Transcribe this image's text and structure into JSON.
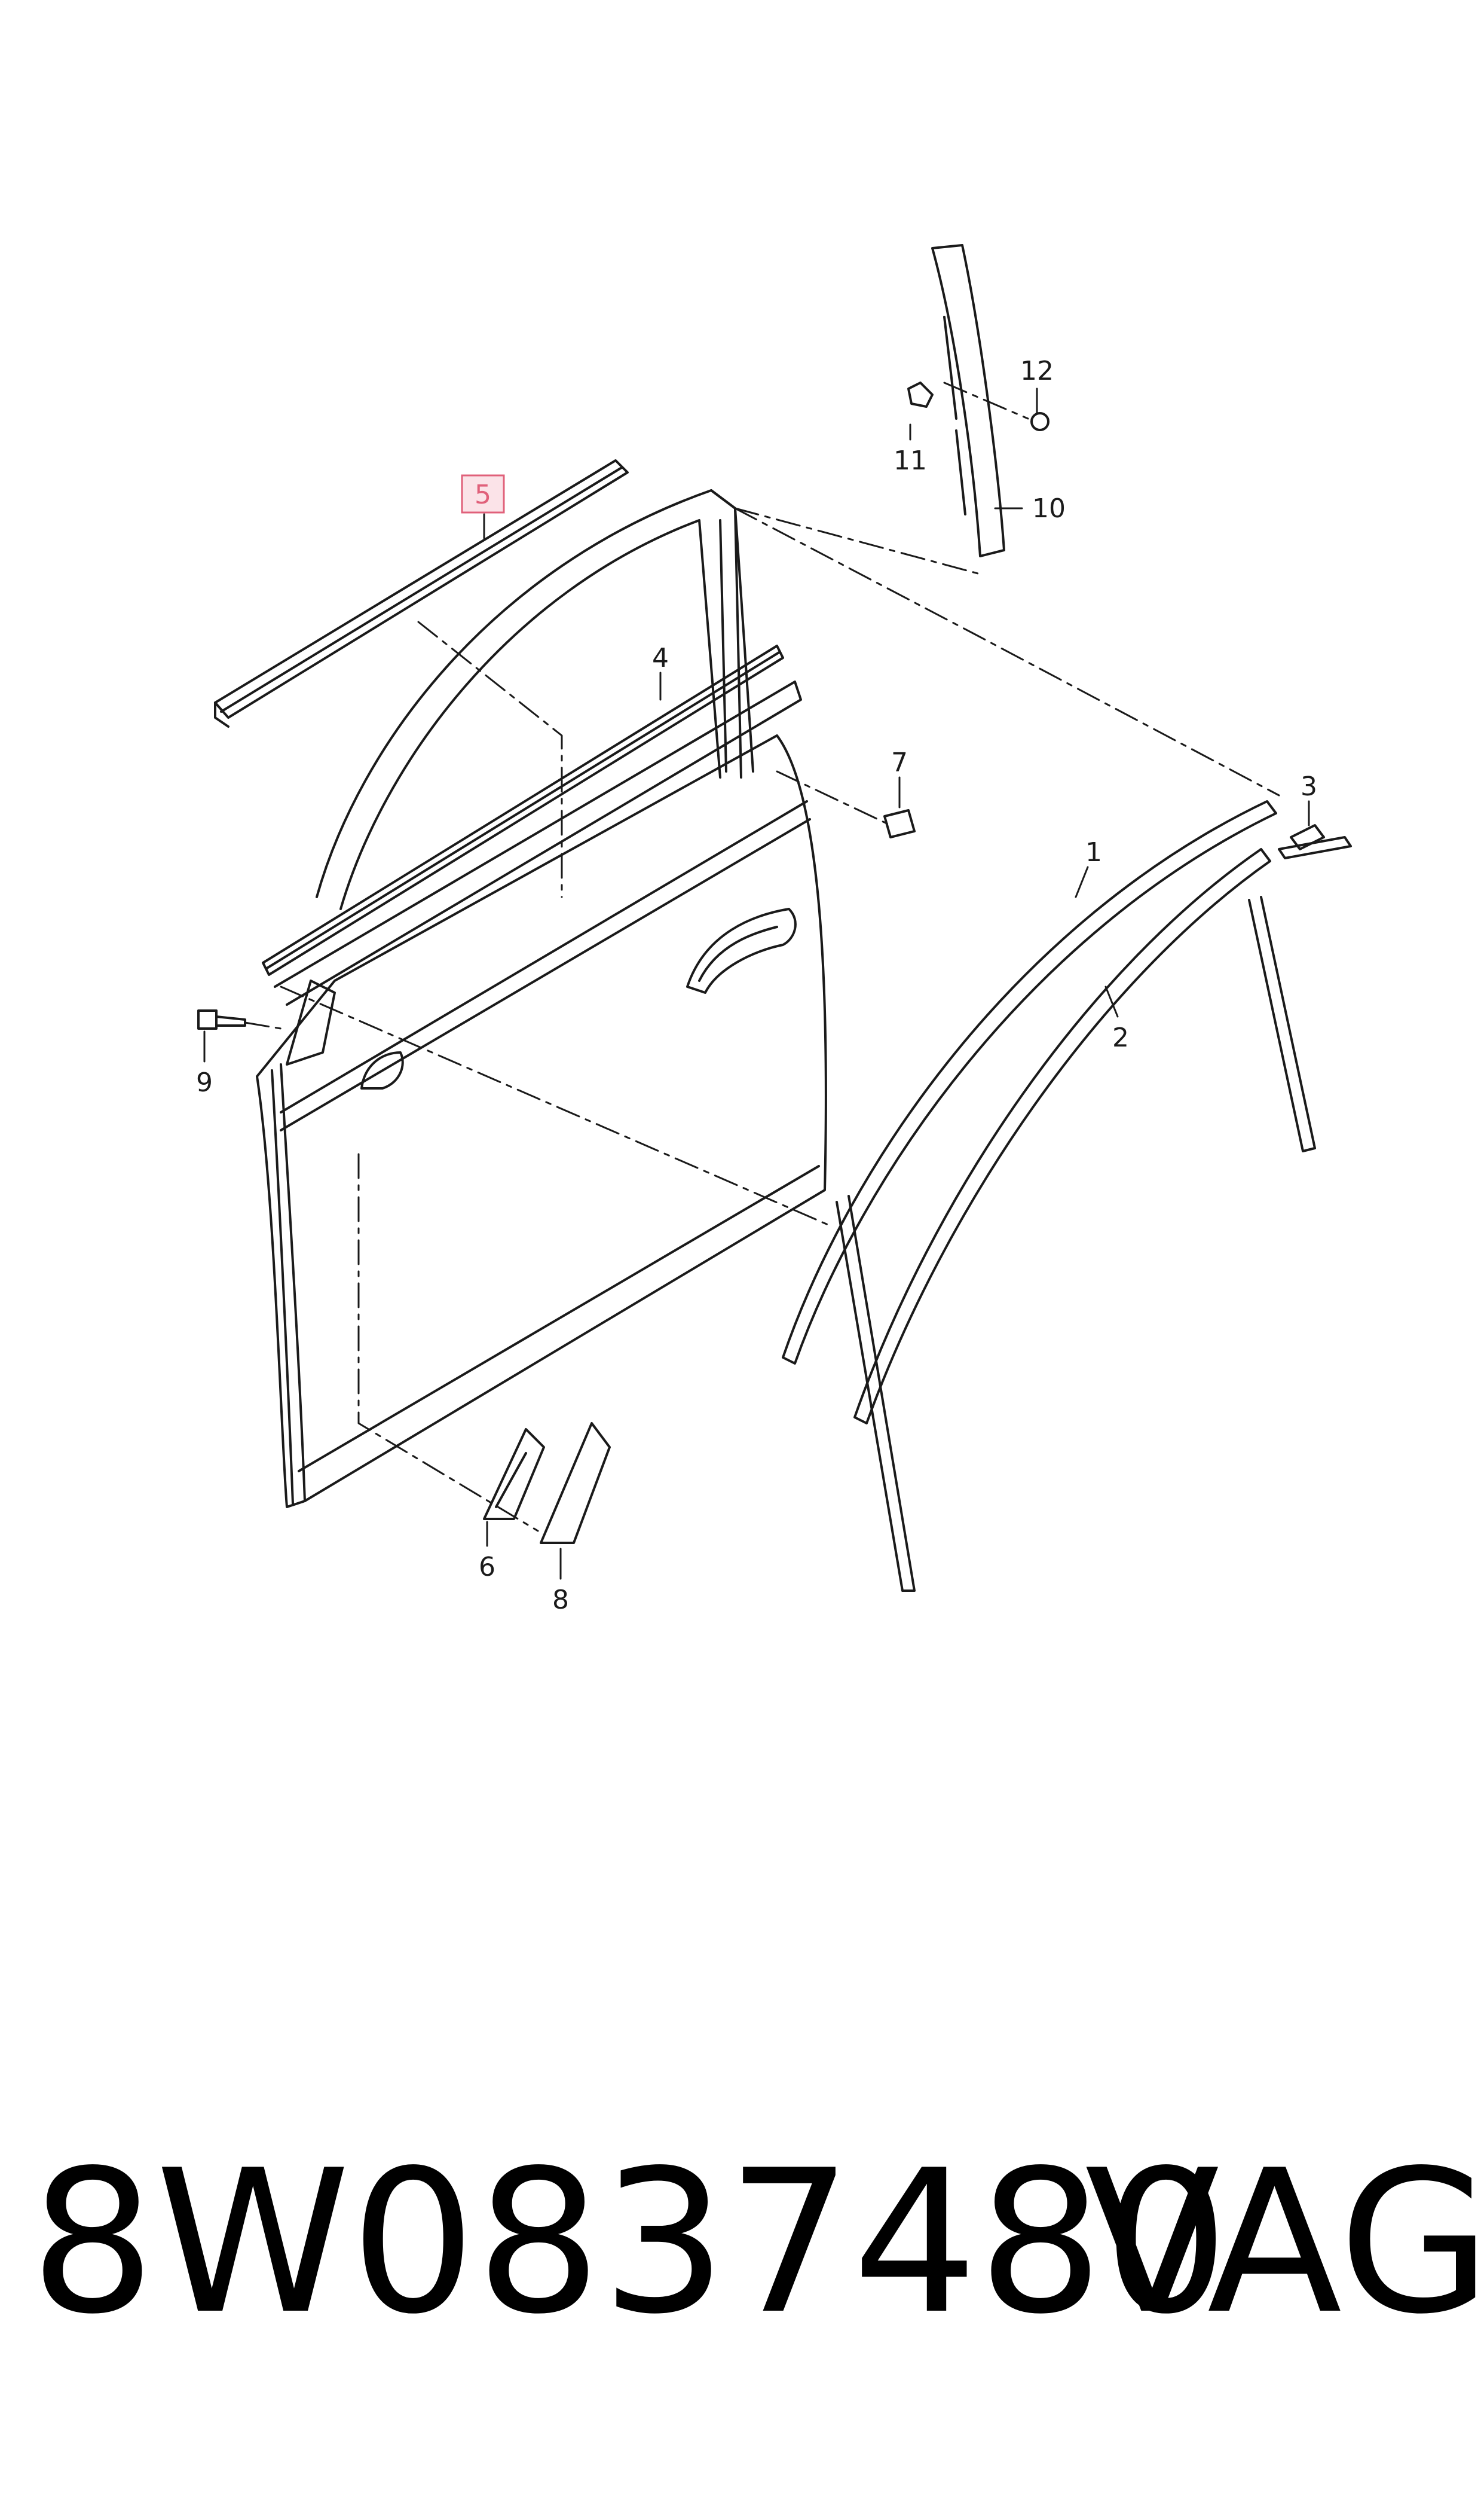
{
  "diagram": {
    "callouts": [
      {
        "id": "1",
        "label": "1"
      },
      {
        "id": "2",
        "label": "2"
      },
      {
        "id": "3",
        "label": "3"
      },
      {
        "id": "4",
        "label": "4"
      },
      {
        "id": "5",
        "label": "5",
        "highlighted": true
      },
      {
        "id": "6",
        "label": "6"
      },
      {
        "id": "7",
        "label": "7"
      },
      {
        "id": "8",
        "label": "8"
      },
      {
        "id": "9",
        "label": "9"
      },
      {
        "id": "10",
        "label": "10"
      },
      {
        "id": "11",
        "label": "11"
      },
      {
        "id": "12",
        "label": "12"
      }
    ],
    "highlight_color": "#e0607a",
    "highlight_fill": "#fbe3e8",
    "line_color": "#1a1a1a"
  },
  "footer": {
    "part_number": "8W0837480",
    "brand": "VAG"
  }
}
